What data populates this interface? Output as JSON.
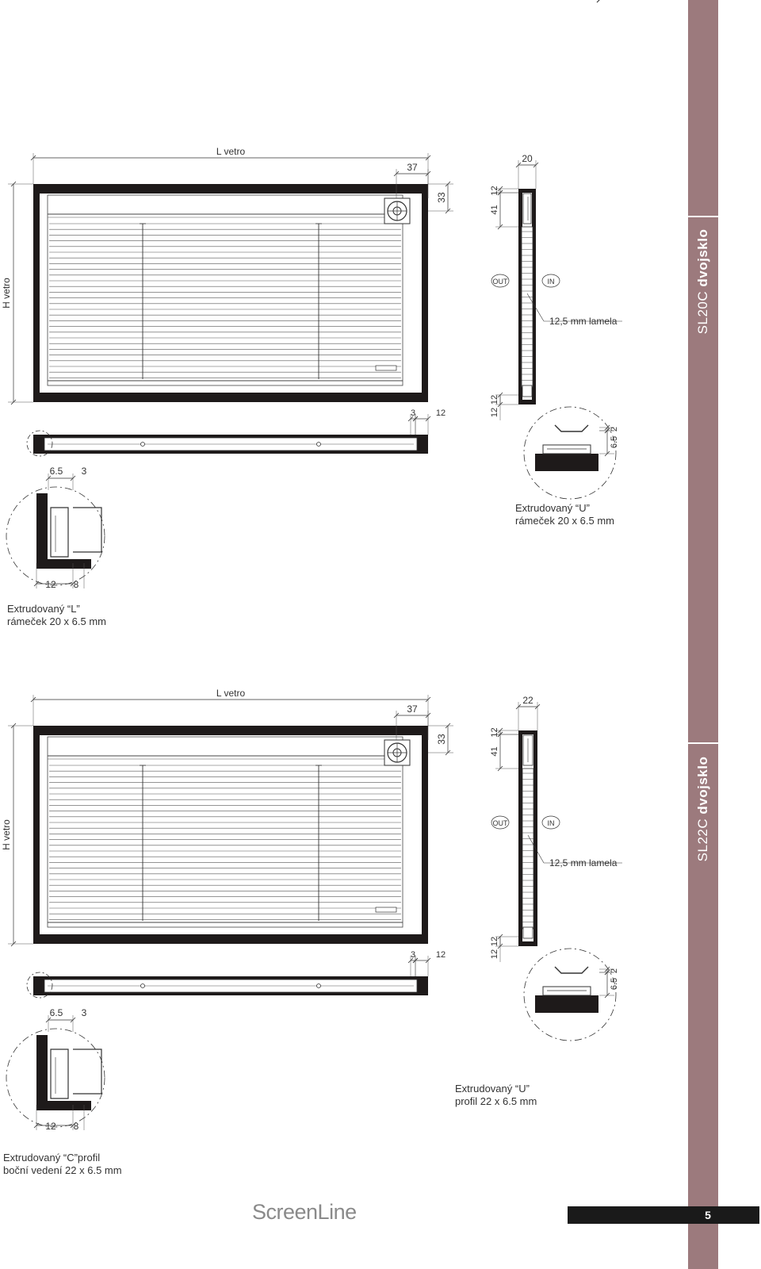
{
  "sections": [
    {
      "side_label_model": "SL20C",
      "side_label_type": "dvojsklo",
      "dims": {
        "width_label": "L vetro",
        "height_label": "H vetro",
        "d37": "37",
        "d33": "33",
        "d20": "20",
        "d12_top": "12",
        "d41": "41",
        "d3": "3",
        "d12_r": "12",
        "d12_bottom": "12",
        "d2": "2",
        "d65_r": "6.5",
        "d65_l": "6.5",
        "d3_l": "3",
        "d12_l": "12",
        "d8_l": "8"
      },
      "out_label": "OUT",
      "in_label": "IN",
      "lamella_label": "12,5 mm lamela",
      "right_caption": "Extrudovaný “U”\nrámeček 20 x 6.5 mm",
      "left_caption": "Extrudovaný “L”\nrámeček 20 x 6.5 mm"
    },
    {
      "side_label_model": "SL22C",
      "side_label_type": "dvojsklo",
      "dims": {
        "width_label": "L vetro",
        "height_label": "H vetro",
        "d37": "37",
        "d33": "33",
        "d20": "22",
        "d12_top": "12",
        "d41": "41",
        "d3": "3",
        "d12_r": "12",
        "d12_bottom": "12",
        "d2": "2",
        "d65_r": "6.5",
        "d65_l": "6.5",
        "d3_l": "3",
        "d12_l": "12",
        "d8_l": "8"
      },
      "out_label": "OUT",
      "in_label": "IN",
      "lamella_label": "12,5 mm lamela",
      "right_caption": "Extrudovaný “U”\nprofil 22 x 6.5 mm",
      "left_caption": "Extrudovaný “C”profil\nboční vedení 22 x 6.5 mm"
    }
  ],
  "footer": {
    "brand": "ScreenLine",
    "page_number": "5"
  },
  "colors": {
    "side_band": "#9c7a7d",
    "frame": "#1e1a1a",
    "footer_bar": "#1a1a1a"
  }
}
